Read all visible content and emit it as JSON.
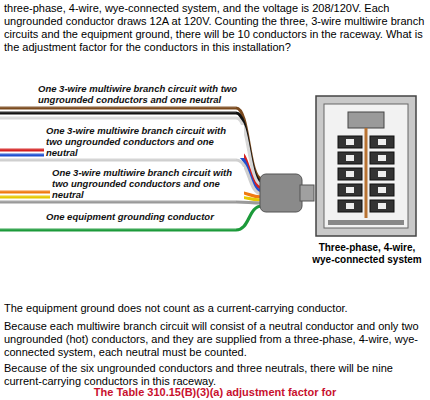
{
  "diagram": {
    "nodes": [
      {
        "text": [
          "Three-phase, 4-wire, wye-connected system"
        ]
      }
    ],
    "labels": [
      "three-phase, 4-wire, wye-connected system, and the voltage is 208/120V. Each ungrounded conductor draws 12A at 120V. Counting the three, 3-wire multiwire branch circuits and the equipment ground, there will be 10 conductors in the raceway. What is the adjustment factor for the conductors in this installation?",
      "One 3-wire multiwire branch circuit with two ungrounded conductors and one neutral",
      "One 3-wire multiwire branch circuit with two ungrounded conductors and one neutral",
      "One 3-wire multiwire branch circuit with two ungrounded conductors and one neutral",
      "One equipment grounding conductor",
      "The equipment ground does not count as a current-carrying conductor.",
      "Because each multiwire branch circuit will consist of a neutral conductor and only two ungrounded (hot) conductors, and they are supplied from a three-phase, 4-wire, wye-connected system, each neutral must be counted.",
      "Because of the six ungrounded conductors and three neutrals, there will be nine current-carrying conductors in this raceway.",
      "The Table 310.15(B)(3)(a) adjustment factor for"
    ]
  }
}
